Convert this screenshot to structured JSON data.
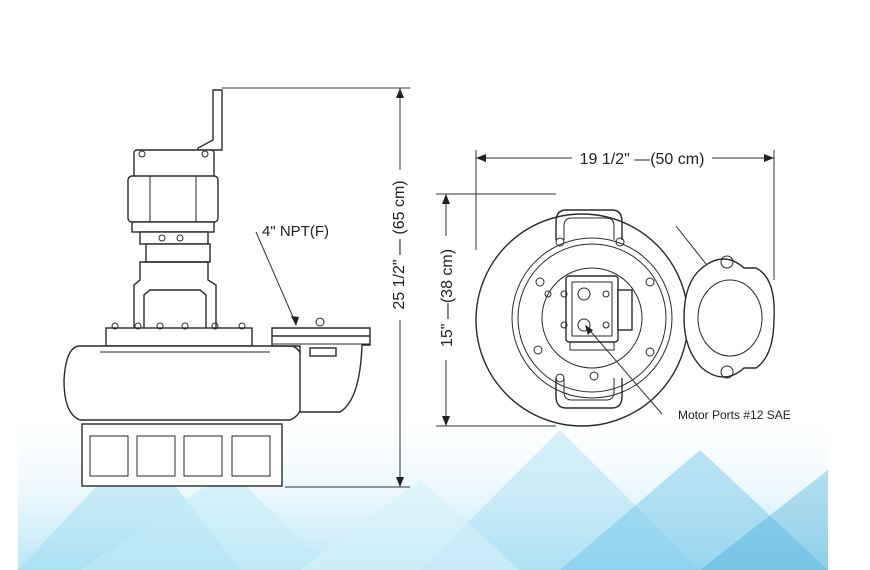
{
  "dimensions": {
    "height_label": "25 1/2\" — (65 cm)",
    "width_label": "19 1/2\" —(50 cm)",
    "depth_label": "15\" —(38 cm)"
  },
  "callouts": {
    "discharge": "4\" NPT(F)",
    "motor_ports": "Motor Ports #12 SAE"
  },
  "colors": {
    "line": "#2a2a2a",
    "background_accent": "#3aa6d6"
  }
}
